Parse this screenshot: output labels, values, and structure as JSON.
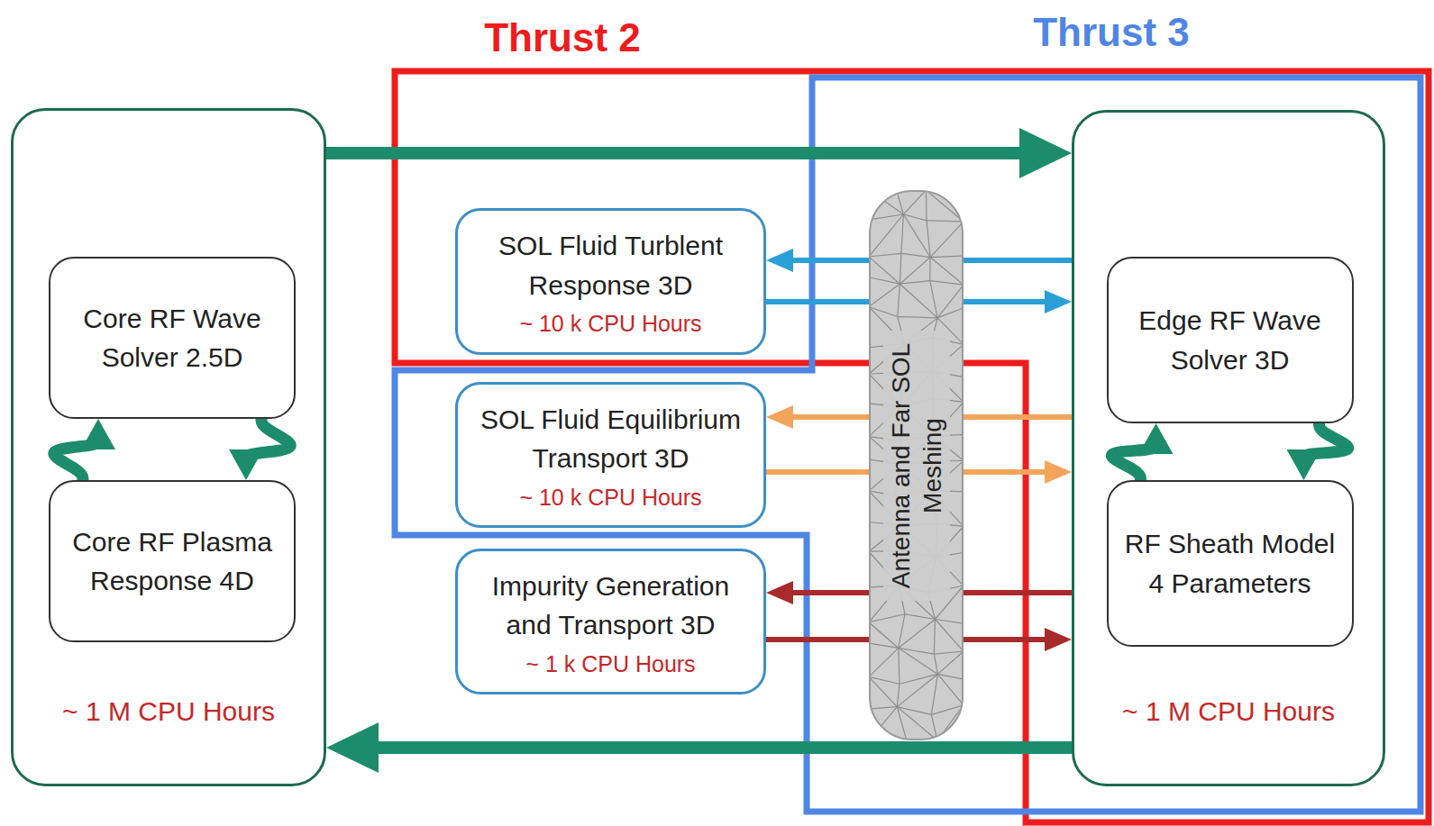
{
  "diagram": {
    "nodes": [
      {
        "text": [
          "~ 1 M CPU Hours"
        ]
      },
      {
        "text": [
          "Core RF Wave Solver 2.5D"
        ],
        "in": 0
      },
      {
        "text": [
          "Core RF Plasma Response 4D"
        ],
        "in": 0
      },
      {
        "text": [
          "SOL Fluid Turblent Response 3D",
          "~ 10 k CPU Hours"
        ]
      },
      {
        "text": [
          "SOL Fluid Equilibrium Transport 3D",
          "~ 10 k CPU Hours"
        ]
      },
      {
        "text": [
          "Impurity Generation and Transport 3D",
          "~ 1 k CPU Hours"
        ]
      },
      {
        "text": [
          "Antenna and Far SOL Meshing"
        ]
      },
      {
        "text": [
          "~ 1 M CPU Hours"
        ]
      },
      {
        "text": [
          "Edge RF Wave Solver 3D"
        ],
        "in": 7
      },
      {
        "text": [
          "RF Sheath Model 4 Parameters"
        ],
        "in": 7
      }
    ],
    "edges": [
      {
        "from": 0,
        "to": 7,
        "arrow": "to"
      },
      {
        "from": 7,
        "to": 3,
        "arrow": "to"
      },
      {
        "from": 3,
        "to": 7,
        "arrow": "to"
      },
      {
        "from": 7,
        "to": 4,
        "arrow": "to"
      },
      {
        "from": 4,
        "to": 7,
        "arrow": "to"
      },
      {
        "from": 7,
        "to": 5,
        "arrow": "to"
      },
      {
        "from": 5,
        "to": 7,
        "arrow": "to"
      },
      {
        "from": 7,
        "to": 0,
        "arrow": "to"
      },
      {
        "from": 2,
        "to": 1,
        "arrow": "to"
      },
      {
        "from": 1,
        "to": 2,
        "arrow": "to"
      },
      {
        "from": 9,
        "to": 8,
        "arrow": "to"
      },
      {
        "from": 8,
        "to": 9,
        "arrow": "to"
      }
    ],
    "labels": [
      "Thrust 2",
      "Thrust 3"
    ]
  }
}
